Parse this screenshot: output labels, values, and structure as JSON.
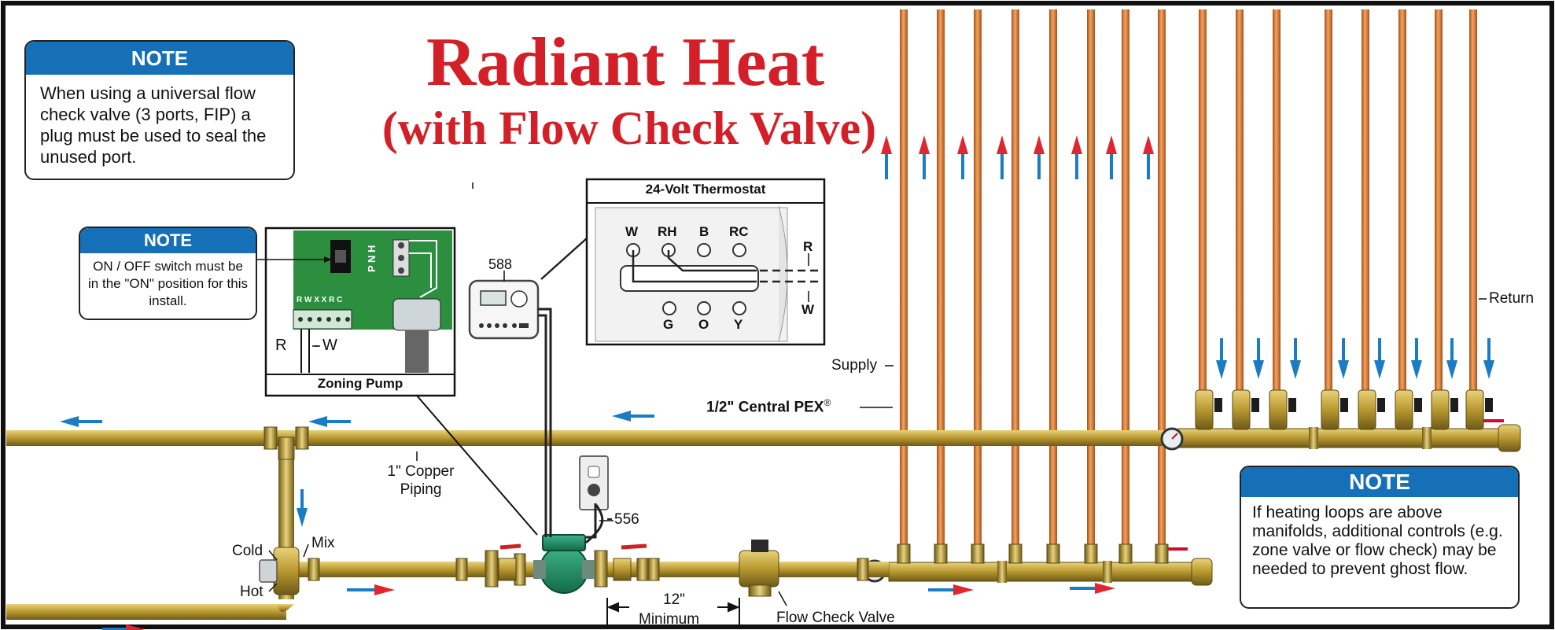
{
  "title": {
    "line1": "Radiant Heat",
    "line2": "(with Flow Check Valve)"
  },
  "notes": [
    {
      "heading": "NOTE",
      "body": "When using a universal flow check valve (3 ports, FIP) a plug must be used to seal the unused port."
    },
    {
      "heading": "NOTE",
      "body": "ON / OFF switch must be in the \"ON\" position for this install."
    },
    {
      "heading": "NOTE",
      "body": "If heating loops are above manifolds, additional controls (e.g. zone valve or flow check) may be needed to prevent ghost flow."
    }
  ],
  "thermostat": {
    "title": "24-Volt Thermostat",
    "terminals_top": [
      "W",
      "RH",
      "B",
      "RC"
    ],
    "terminals_bottom": [
      "G",
      "O",
      "Y"
    ],
    "wire_labels": [
      "R",
      "W"
    ],
    "part_number": "588"
  },
  "zoning_pump": {
    "title": "Zoning Pump",
    "switch_letters": "P N H",
    "terminal_strip": "R W X X R C",
    "wire_labels": [
      "R",
      "W"
    ]
  },
  "labels": {
    "supply": "Supply",
    "return": "Return",
    "pex": "1/2\" Central PEX",
    "registered": "®",
    "copper_line1": "1\" Copper",
    "copper_line2": "Piping",
    "cold": "Cold",
    "hot": "Hot",
    "mix": "Mix",
    "outlet_part": "556",
    "dim_line1": "12\"",
    "dim_line2": "Minimum",
    "flow_check": "Flow Check Valve"
  },
  "colors": {
    "title_red": "#d32028",
    "note_blue": "#1570b8",
    "arrow_blue": "#1a7cc4",
    "arrow_red": "#e0262e",
    "pex_copper": "#d9782a",
    "brass": "#b8982f"
  }
}
